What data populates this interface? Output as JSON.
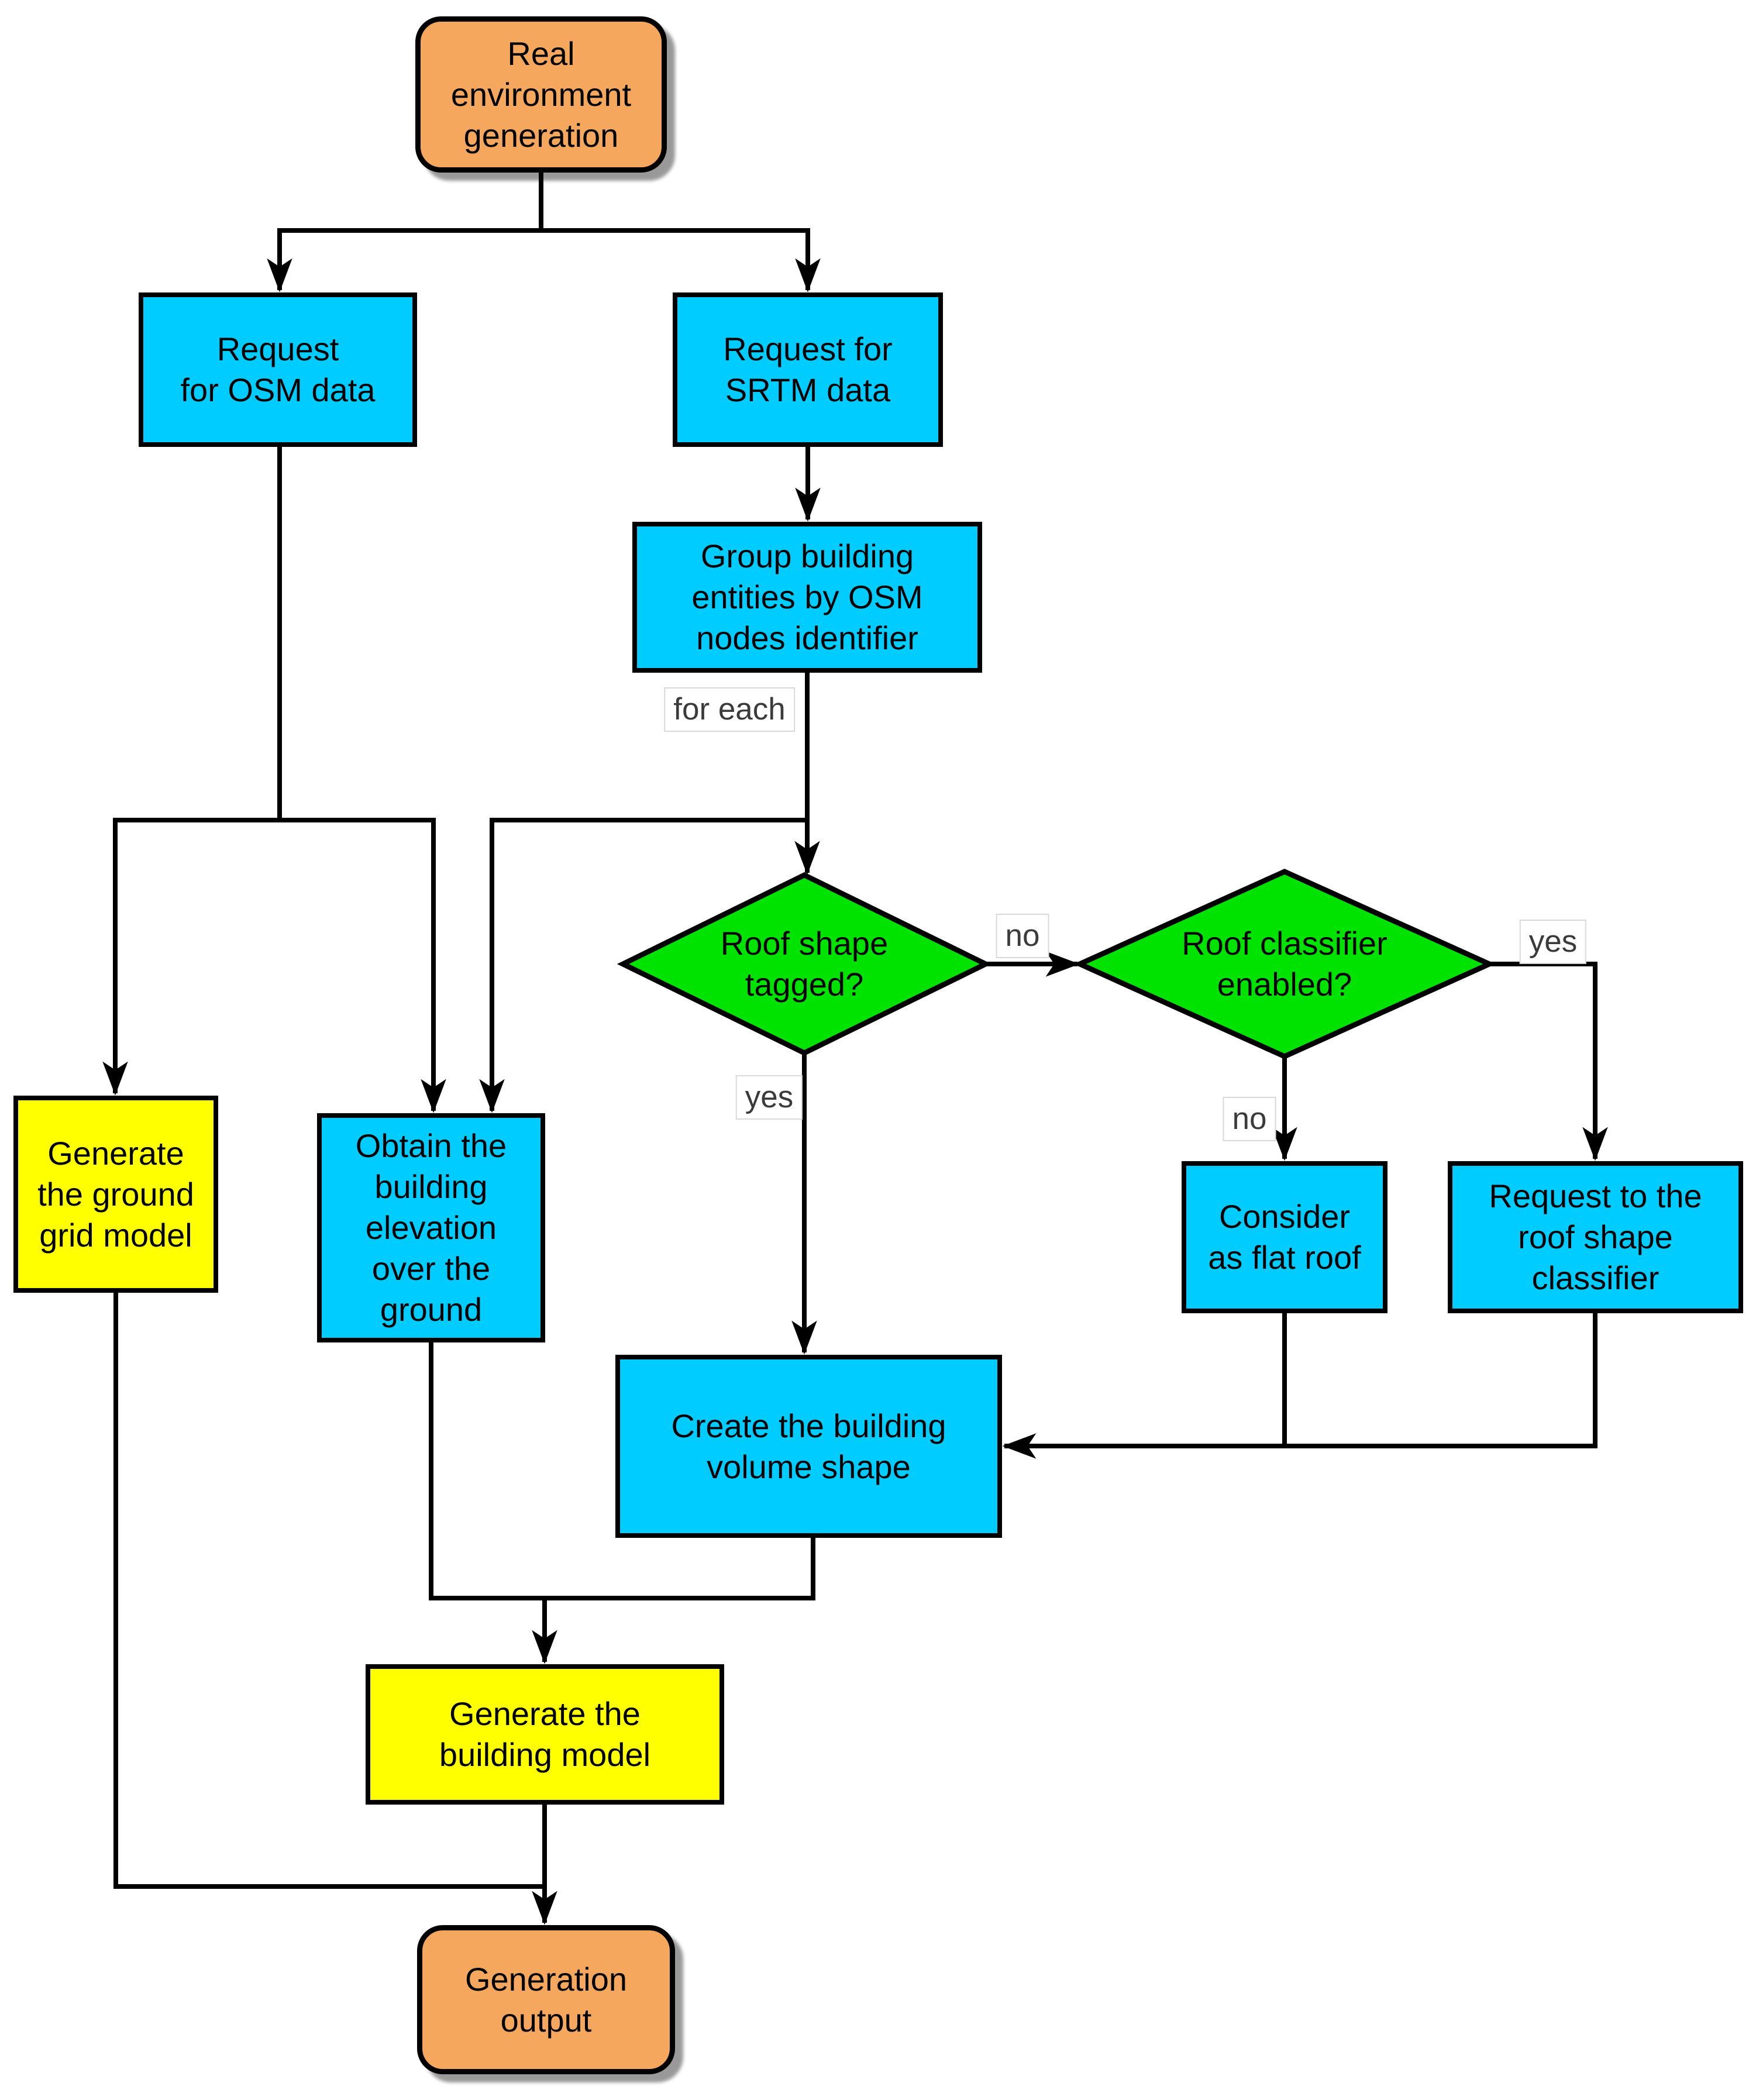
{
  "palette": {
    "terminal_orange_fill": "#F6A75E",
    "process_cyan_fill": "#00CCFF",
    "decision_green_fill": "#00E300",
    "output_yellow_fill": "#FFFF00",
    "border_and_edge_color": "#000000",
    "node_text_color": "#000000",
    "edge_label_text_color": "#3B3B3B",
    "edge_label_bg": "#FFFFFF",
    "canvas_bg": "#FFFFFF"
  },
  "nodes": {
    "start": {
      "label": "Real\nenvironment\ngeneration",
      "type": "terminal"
    },
    "request_osm": {
      "label": "Request\nfor OSM data",
      "type": "process"
    },
    "request_srtm": {
      "label": "Request for\nSRTM data",
      "type": "process"
    },
    "group_entities": {
      "label": "Group building\nentities by OSM\nnodes identifier",
      "type": "process"
    },
    "roof_shape_tagged": {
      "label": "Roof shape\ntagged?",
      "type": "decision"
    },
    "roof_classifier_enabled": {
      "label": "Roof classifier\nenabled?",
      "type": "decision"
    },
    "generate_ground_grid": {
      "label": "Generate\nthe ground\ngrid model",
      "type": "output"
    },
    "obtain_elevation": {
      "label": "Obtain the\nbuilding\nelevation\nover the\nground",
      "type": "process"
    },
    "consider_flat_roof": {
      "label": "Consider\nas flat roof",
      "type": "process"
    },
    "request_roof_classifier": {
      "label": "Request to the\nroof shape\nclassifier",
      "type": "process"
    },
    "create_volume_shape": {
      "label": "Create the building\nvolume shape",
      "type": "process"
    },
    "generate_building_model": {
      "label": "Generate the\nbuilding model",
      "type": "output"
    },
    "generation_output": {
      "label": "Generation\noutput",
      "type": "terminal"
    }
  },
  "edge_labels": {
    "for_each": "for each",
    "roof_shape_no": "no",
    "roof_shape_yes": "yes",
    "classifier_no": "no",
    "classifier_yes": "yes"
  }
}
